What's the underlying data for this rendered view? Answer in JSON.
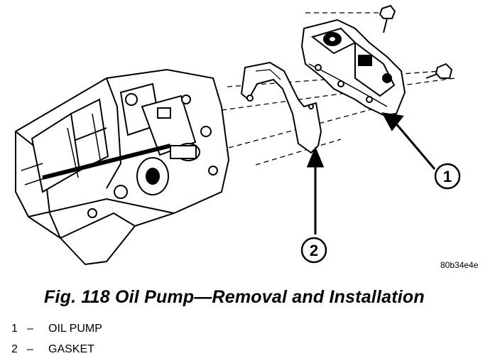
{
  "callouts": [
    {
      "number": "1"
    },
    {
      "number": "2"
    }
  ],
  "figure_code": "80b34e4e",
  "caption": "Fig. 118 Oil Pump—Removal and Installation",
  "legend": [
    {
      "number": "1",
      "dash": "–",
      "label": "OIL PUMP"
    },
    {
      "number": "2",
      "dash": "–",
      "label": "GASKET"
    }
  ]
}
